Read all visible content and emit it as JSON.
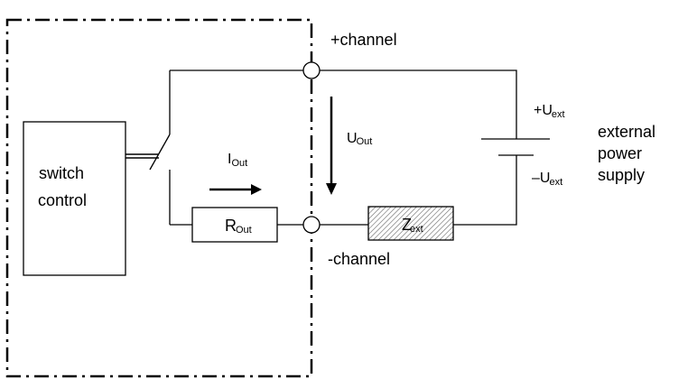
{
  "diagram": {
    "type": "circuit-schematic",
    "colors": {
      "stroke": "#000000",
      "background": "#ffffff",
      "hatch_fill": "#d9d9d9"
    },
    "labels": {
      "plus_channel": "+channel",
      "minus_channel": "-channel",
      "switch_control_line1": "switch",
      "switch_control_line2": "control",
      "current": {
        "main": "I",
        "sub": "Out"
      },
      "voltage_out": {
        "main": "U",
        "sub": "Out"
      },
      "resistor_out": {
        "main": "R",
        "sub": "Out"
      },
      "impedance_ext": {
        "main": "Z",
        "sub": "ext"
      },
      "plus_u_ext": {
        "main": "+U",
        "sub": "ext"
      },
      "minus_u_ext": {
        "main": "–U",
        "sub": "ext"
      },
      "external_power_supply": [
        "external",
        "power",
        "supply"
      ]
    },
    "components": [
      {
        "id": "switch-control",
        "kind": "block",
        "label": "switch control"
      },
      {
        "id": "switch",
        "kind": "switch",
        "state": "open"
      },
      {
        "id": "r-out",
        "kind": "resistor",
        "label": "R_Out"
      },
      {
        "id": "z-ext",
        "kind": "impedance",
        "label": "Z_ext",
        "style": "hatched"
      },
      {
        "id": "battery",
        "kind": "dc-source",
        "label": "external power supply"
      },
      {
        "id": "terminal-plus",
        "kind": "terminal",
        "label": "+channel"
      },
      {
        "id": "terminal-minus",
        "kind": "terminal",
        "label": "-channel"
      }
    ]
  }
}
